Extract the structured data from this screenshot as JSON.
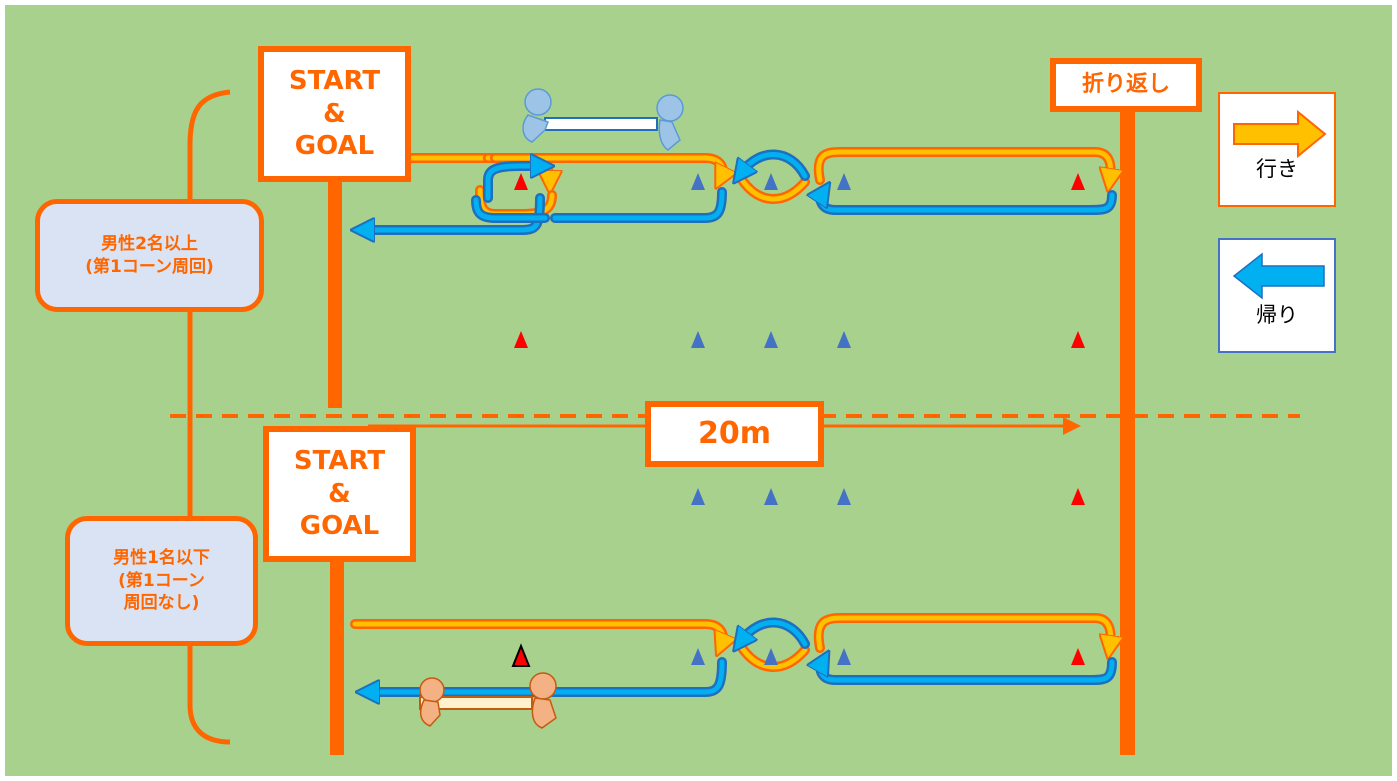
{
  "start_goal_top": {
    "line1": "START",
    "line2": "&",
    "line3": "GOAL"
  },
  "start_goal_bottom": {
    "line1": "START",
    "line2": "&",
    "line3": "GOAL"
  },
  "turnaround": {
    "label": "折り返し"
  },
  "distance": {
    "label": "20m"
  },
  "group_top": {
    "line1": "男性2名以上",
    "line2": "(第1コーン周回)"
  },
  "group_bottom": {
    "line1": "男性1名以下",
    "line2": "(第1コーン",
    "line3": "周回なし)"
  },
  "legend_outbound": {
    "label": "行き",
    "icon": "orange-right-arrow-icon"
  },
  "legend_return": {
    "label": "帰り",
    "icon": "blue-left-arrow-icon"
  },
  "colors": {
    "field": "#a9d18e",
    "accent_orange": "#ff6600",
    "outbound_arrow": "#ffc000",
    "return_arrow": "#00b0f0",
    "cone_red": "#ff0000",
    "cone_blue": "#4472c4",
    "group_box_fill": "#dae3f3"
  }
}
